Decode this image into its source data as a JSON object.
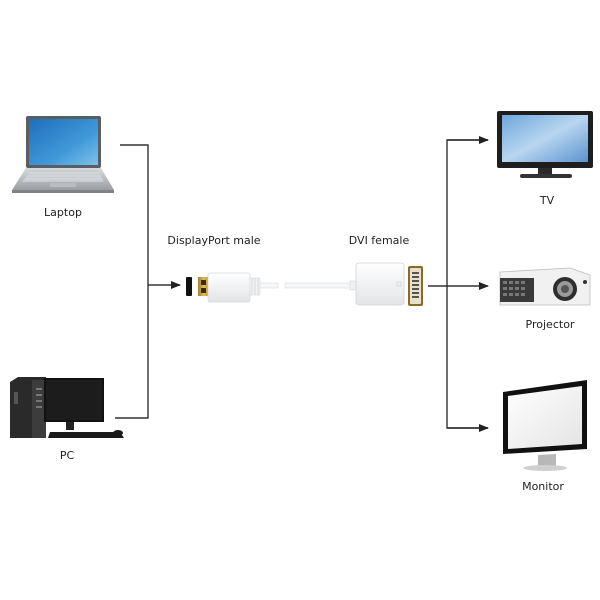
{
  "sources": [
    {
      "id": "laptop",
      "label": "Laptop",
      "icon": "laptop-icon"
    },
    {
      "id": "pc",
      "label": "PC",
      "icon": "desktop-pc-icon"
    }
  ],
  "adapter": {
    "input_label": "DisplayPort male",
    "output_label": "DVI female"
  },
  "outputs": [
    {
      "id": "tv",
      "label": "TV",
      "icon": "tv-icon"
    },
    {
      "id": "projector",
      "label": "Projector",
      "icon": "projector-icon"
    },
    {
      "id": "monitor",
      "label": "Monitor",
      "icon": "monitor-icon"
    }
  ],
  "colors": {
    "line": "#333333",
    "gold": "#c8a040",
    "screen_blue": "#3a8fd0",
    "device_dark": "#1a1a1a"
  }
}
